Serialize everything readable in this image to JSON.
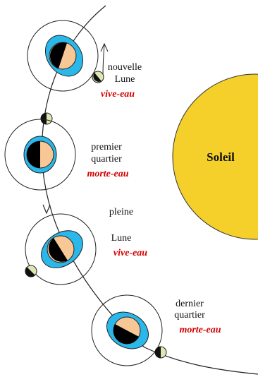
{
  "sun": {
    "label": "Soleil",
    "color": "#f5d02a"
  },
  "colors": {
    "ocean": "#2ab7ea",
    "earth_day": "#f7c795",
    "earth_night": "#000000",
    "moon_lit": "#dfe6b3",
    "moon_dark": "#111111",
    "tide_label": "#d40000"
  },
  "phases": [
    {
      "name_line1": "nouvelle",
      "name_line2": "Lune",
      "tide": "vive-eau"
    },
    {
      "name_line1": "premier",
      "name_line2": "quartier",
      "tide": "morte-eau"
    },
    {
      "name_line1": "pleine",
      "name_line2": "Lune",
      "tide": "vive-eau"
    },
    {
      "name_line1": "dernier",
      "name_line2": "quartier",
      "tide": "morte-eau"
    }
  ]
}
